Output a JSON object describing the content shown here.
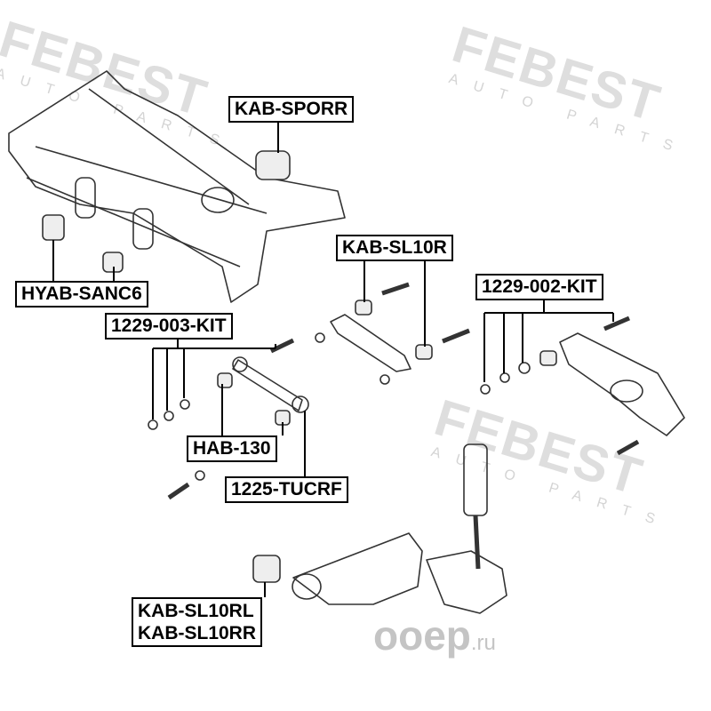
{
  "watermark": {
    "brand": "FEBEST",
    "tagline": "AUTO PARTS",
    "site": "ооер",
    "site_tld": ".ru"
  },
  "labels": {
    "kab_sporr": "KAB-SPORR",
    "hyab_sanc6": "HYAB-SANC6",
    "kab_sl10r": "KAB-SL10R",
    "kit_1229_002": "1229-002-KIT",
    "kit_1229_003": "1229-003-KIT",
    "hab_130": "HAB-130",
    "tucrf_1225": "1225-TUCRF",
    "kab_sl10rl": "KAB-SL10RL",
    "kab_sl10rr": "KAB-SL10RR"
  }
}
